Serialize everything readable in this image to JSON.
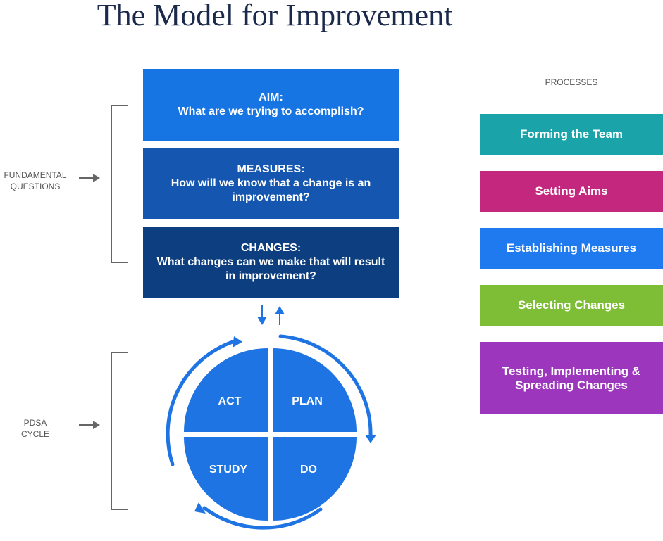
{
  "title": "The Model for Improvement",
  "fundamental_questions": {
    "label_line1": "FUNDAMENTAL",
    "label_line2": "QUESTIONS",
    "boxes": [
      {
        "heading": "AIM:",
        "text": "What are we trying to accomplish?",
        "color": "#1775e3"
      },
      {
        "heading": "MEASURES:",
        "text": "How will we know that a change is an improvement?",
        "color": "#1557b0"
      },
      {
        "heading": "CHANGES:",
        "text": "What changes can we make that will result in improvement?",
        "color": "#0d3f80"
      }
    ]
  },
  "pdsa": {
    "label_line1": "PDSA",
    "label_line2": "CYCLE",
    "color": "#1f74e4",
    "quadrants": {
      "act": "ACT",
      "plan": "PLAN",
      "study": "STUDY",
      "do": "DO"
    }
  },
  "processes": {
    "heading": "PROCESSES",
    "items": [
      {
        "label": "Forming the Team",
        "color": "#1aa3a9"
      },
      {
        "label": "Setting Aims",
        "color": "#c3287e"
      },
      {
        "label": "Establishing Measures",
        "color": "#1f7af0"
      },
      {
        "label": "Selecting Changes",
        "color": "#7dbe36"
      },
      {
        "label": "Testing, Implementing & Spreading Changes",
        "color": "#9c36bc"
      }
    ]
  },
  "icons": {
    "bracket": "bracket-icon",
    "pointer_arrow": "arrow-right-icon",
    "flow_arrows": "arrow-up-down-icon",
    "cycle_arrows": "circular-arrow-icon"
  }
}
